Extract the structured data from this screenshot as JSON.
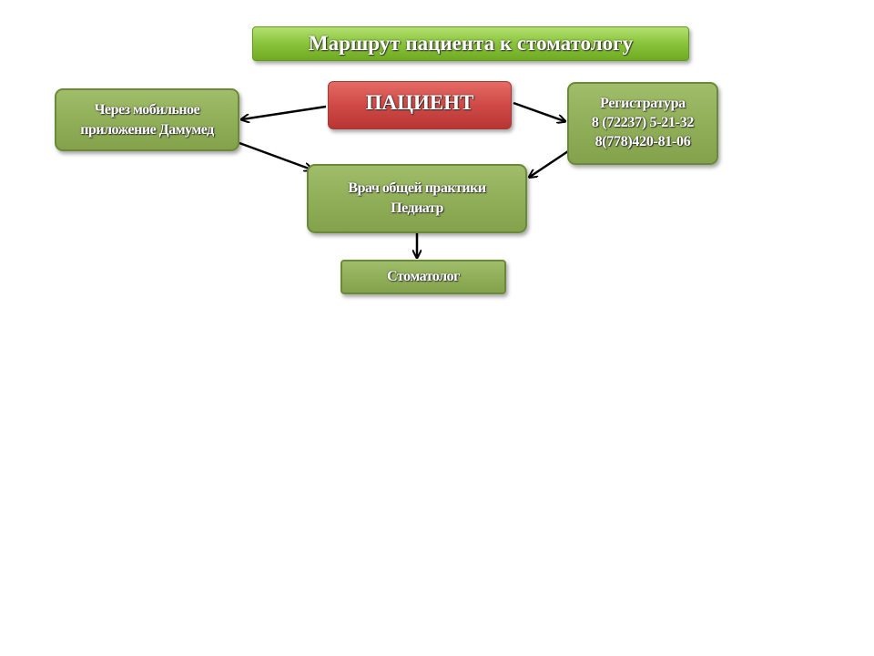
{
  "title": "Маршрут  пациента  к стоматологу",
  "patient": "ПАЦИЕНТ",
  "mobile_app": {
    "line1": "Через мобильное",
    "line2": "приложение Дамумед"
  },
  "registry": {
    "line1": "Регистратура",
    "line2": "8 (72237) 5-21-32",
    "line3": "8(778)420-81-06"
  },
  "doctor": {
    "line1": "Врач общей практики",
    "line2": "Педиатр"
  },
  "dentist": "Стоматолог",
  "colors": {
    "title_green": "#8cc63f",
    "box_green": "#8fae57",
    "patient_red": "#cf4a46",
    "arrow": "#000000"
  }
}
